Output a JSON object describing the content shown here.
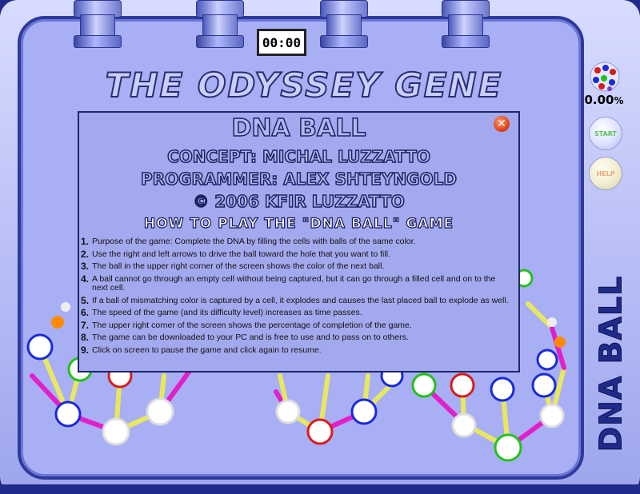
{
  "timer": "00:00",
  "game_title": "THE ODYSSEY GENE",
  "progress": {
    "value": "0.00",
    "unit": "%"
  },
  "buttons": {
    "start": "START",
    "help": "HELP",
    "close": "✕"
  },
  "side_label": "DNA BALL",
  "dialog": {
    "title": "DNA BALL",
    "credits": [
      {
        "label": "CONCEPT:",
        "value": "MICHAL LUZZATTO"
      },
      {
        "label": "PROGRAMMER:",
        "value": "ALEX SHTEYNGOLD"
      },
      {
        "label": "© 2006",
        "value": "KFIR LUZZATTO"
      }
    ],
    "howto_heading": "HOW TO PLAY THE \"DNA BALL\" GAME",
    "rules": [
      {
        "num": "1.",
        "text": "Purpose of the game: Complete the DNA by filling the cells with balls of the same color."
      },
      {
        "num": "2.",
        "text": "Use the right and left arrows to drive the ball toward the hole that you want to fill."
      },
      {
        "num": "3.",
        "text": "The ball in the upper right corner of the screen shows the color of the next ball."
      },
      {
        "num": "4.",
        "text": "A ball cannot go through an empty cell without being captured, but it can go through a filled cell and on to the next cell."
      },
      {
        "num": "5.",
        "text": "If a ball of mismatching color is captured by a cell, it explodes and causes the last placed ball to explode as well."
      },
      {
        "num": "6.",
        "text": "The speed of the game (and its difficulty level) increases as time passes."
      },
      {
        "num": "7.",
        "text": "The upper right corner of the screen shows the percentage of completion of the game."
      },
      {
        "num": "8.",
        "text": "The game can be downloaded to your PC and is free to use and to pass on to others."
      },
      {
        "num": "9.",
        "text": "Click on screen to pause the game and click again to resume."
      }
    ]
  },
  "colors": {
    "cell_blue": "#1a2bd6",
    "cell_green": "#22c21a",
    "cell_red": "#d81c1c",
    "cell_fill": "#ffffff",
    "strand_yellow": "#e8e860",
    "strand_magenta": "#e020c8",
    "ball_orange": "#ff8a00"
  }
}
